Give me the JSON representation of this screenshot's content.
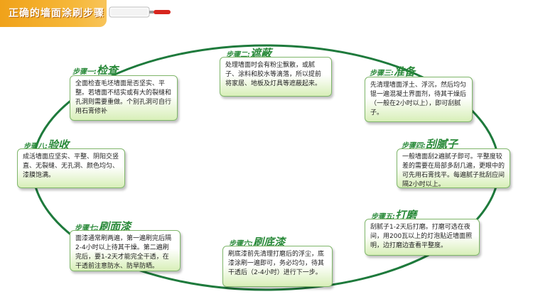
{
  "header": {
    "title": "正确的墙面涂刷步骤"
  },
  "colors": {
    "accent_green": "#2a8a3a",
    "card_border": "#7fb66a",
    "banner_orange": "#f0a21a",
    "roller_red": "#d7261e"
  },
  "steps": [
    {
      "num": "步骤一:",
      "name": "检查",
      "text": "全面检查毛坯墙面是否坚实、平整。若墙面不结实或有大的裂缝和孔洞则需要重做。个别孔洞可自行用石膏修补"
    },
    {
      "num": "步骤二:",
      "name": "遮蔽",
      "text": "处理墙面时会有粉尘飘散，或腻子、涂料和胶水等滴落，所以提前将家居、地板及灯具等遮蔽起来。"
    },
    {
      "num": "步骤三:",
      "name": "准备",
      "text": "先清理墙面浮土、浮沉，然后均匀锟一遍混凝土界面剂，待其干燥后（一般在2小时以上），即可刮腻子。"
    },
    {
      "num": "步骤四:",
      "name": "刮腻子",
      "text": "一般墙面刮2遍腻子即可。平整度较差的需要在局部多刮几遍，更眼中的可先用石膏找平。每遍腻子批刮应间隔2小时以上。"
    },
    {
      "num": "步骤五:",
      "name": "打磨",
      "text": "刮腻子1-2天后打磨。打磨可选在夜间，用200瓦以上的灯泡贴近墙面照明，边打磨边查看平整度。"
    },
    {
      "num": "步骤六:",
      "name": "刷底漆",
      "text": "刷底漆前先清理打磨后的浮尘，底漆涂刷一遍即可，务必均匀，待其干透后（2-4小时）进行下一步。"
    },
    {
      "num": "步骤七:",
      "name": "刷面漆",
      "text": "面漆通常刷两遍，第一遍刷完后隔2-4小时以上待其干燥。第二遍刷完后，要1-2天才能完全干透，在干透前注意防水、防旱防晒。"
    },
    {
      "num": "步骤八:",
      "name": "验收",
      "text": "成活墙面应坚实、平整、阴阳交竖直、无裂缝、无孔洞、颜色均匀、漆膜饱满。"
    }
  ]
}
